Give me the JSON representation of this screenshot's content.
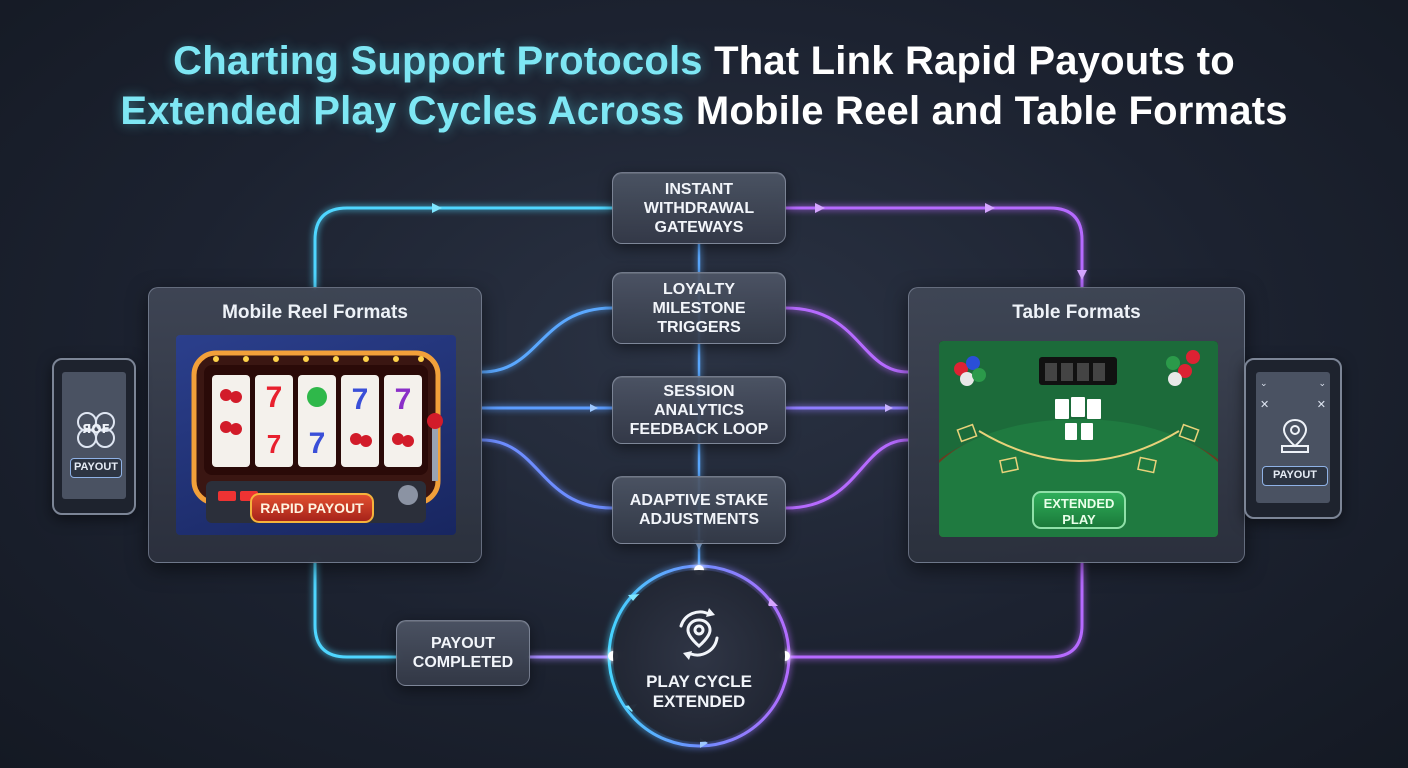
{
  "title": {
    "line1_highlight": "Charting Support Protocols",
    "line1_rest": " That Link Rapid Payouts to",
    "line2_highlight": "Extended Play Cycles Across",
    "line2_rest": " Mobile Reel and Table Formats"
  },
  "colors": {
    "cyan": "#4fd6ff",
    "blue": "#5b9dff",
    "purple": "#b66bff",
    "accent_text": "#7ee7f4"
  },
  "protocols": [
    {
      "label": "Instant Withdrawal Gateways"
    },
    {
      "label": "Loyalty Milestone Triggers"
    },
    {
      "label": "Session Analytics Feedback Loop"
    },
    {
      "label": "Adaptive Stake Adjustments"
    }
  ],
  "mobile_reel": {
    "title": "Mobile Reel Formats",
    "badge": "RAPID PAYOUT",
    "icon": "slot-machine-icon"
  },
  "table": {
    "title": "Table Formats",
    "badge": "EXTENDED PLAY",
    "icon": "blackjack-table-icon"
  },
  "left_phone": {
    "button": "PAYOUT",
    "logo_text": "ЯOF",
    "icon": "logo-emblem-icon"
  },
  "right_phone": {
    "button": "PAYOUT",
    "icon": "location-pin-icon"
  },
  "payout_completed": {
    "label": "PAYOUT COMPLETED"
  },
  "play_cycle": {
    "label": "PLAY CYCLE EXTENDED",
    "icon": "cycle-pin-icon"
  }
}
